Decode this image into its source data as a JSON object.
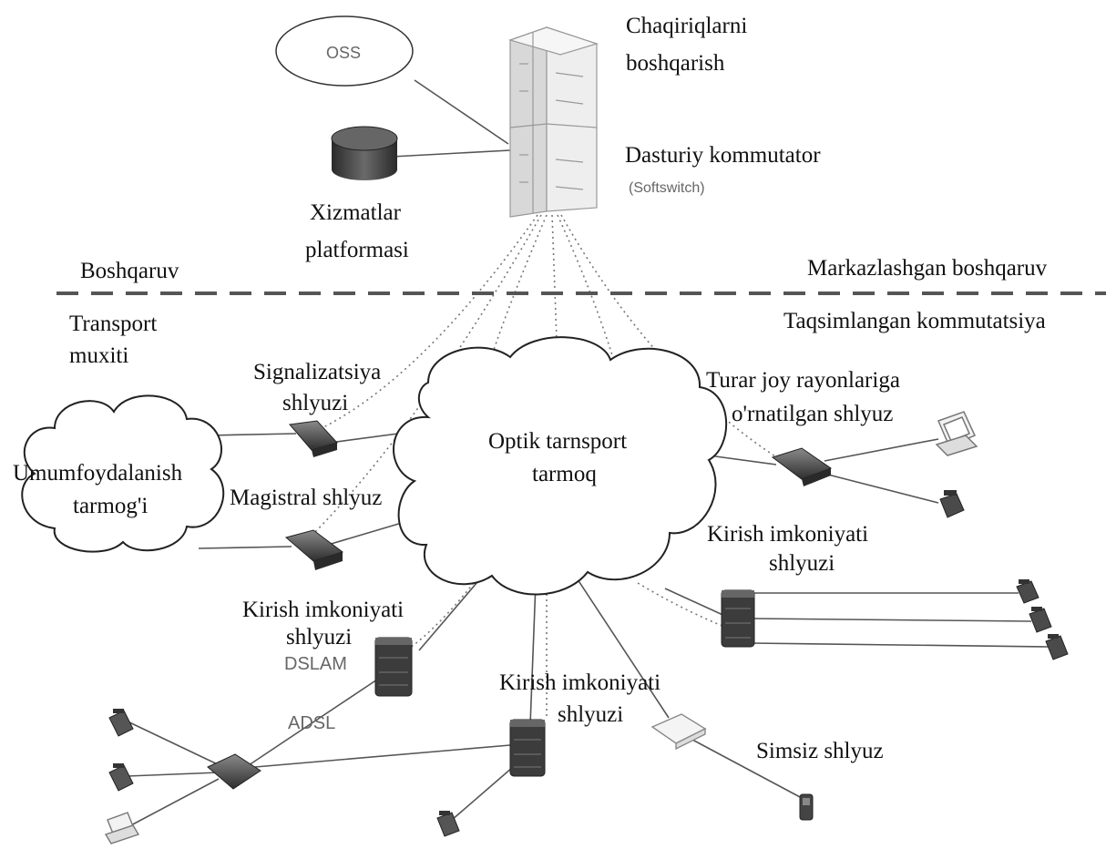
{
  "labels": {
    "oss": "OSS",
    "call_control_1": "Chaqiriqlarni",
    "call_control_2": "boshqarish",
    "softswitch_name": "Dasturiy  kommutator",
    "softswitch_sub": "(Softswitch)",
    "services_1": "Xizmatlar",
    "services_2": "platformasi",
    "control": "Boshqaruv",
    "centralized": "Markazlashgan boshqaruv",
    "transport_1": "Transport",
    "transport_2": "muxiti",
    "distributed": "Taqsimlangan kommutatsiya",
    "signaling_1": "Signalizatsiya",
    "signaling_2": "shlyuzi",
    "pstn_1": "Umumfoydalanish",
    "pstn_2": "tarmog'i",
    "trunk": "Magistral shlyuz",
    "optical_1": "Optik tarnsport",
    "optical_2": "tarmoq",
    "residential_1": "Turar joy rayonlariga",
    "residential_2": "o'rnatilgan shlyuz",
    "access_right_1": "Kirish imkoniyati",
    "access_right_2": "shlyuzi",
    "access_left_1": "Kirish imkoniyati",
    "access_left_2": "shlyuzi",
    "dslam": "DSLAM",
    "adsl": "ADSL",
    "access_bottom_1": "Kirish imkoniyati",
    "access_bottom_2": "shlyuzi",
    "wireless": "Simsiz shlyuz"
  },
  "colors": {
    "line": "#555555",
    "device_dark": "#3a3a3a",
    "device_mid": "#7a7a7a",
    "server_light": "#e6e6e6"
  }
}
